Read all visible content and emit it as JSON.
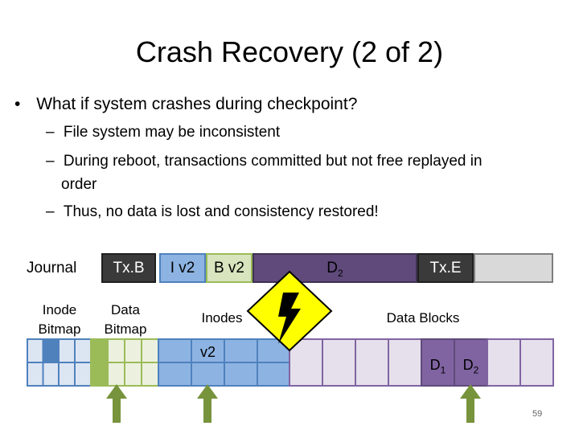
{
  "slide": {
    "title": "Crash Recovery (2 of 2)",
    "bullet": "What if system crashes during checkpoint?",
    "subbullets": [
      "File system may be inconsistent",
      "During reboot, transactions committed but not free replayed in",
      "order",
      "Thus, no data is lost and consistency restored!"
    ],
    "page_number": "59"
  },
  "journal": {
    "label": "Journal",
    "txb": "Tx.B",
    "iv2": "I v2",
    "bv2": "B v2",
    "d2": "D",
    "d2_sub": "2",
    "txe": "Tx.E"
  },
  "disk": {
    "inode_bitmap_line1": "Inode",
    "inode_bitmap_line2": "Bitmap",
    "data_bitmap_line1": "Data",
    "data_bitmap_line2": "Bitmap",
    "inodes": "Inodes",
    "data_blocks": "Data Blocks",
    "inode_v2": "v2",
    "d1": "D",
    "d1_sub": "1",
    "d2": "D",
    "d2_sub": "2"
  },
  "colors": {
    "dark_block": "#3a3a3a",
    "inode_blue": "#8db3e2",
    "bitmap_blue_light": "#dce6f2",
    "bitmap_blue_dark": "#4f81bd",
    "bitmap_green": "#d7e4bd",
    "bitmap_green_dark": "#9bbb59",
    "data_purple_light": "#e5e0ec",
    "data_purple": "#604a7b",
    "arrow_green": "#77933c",
    "crash_yellow": "#ffff00"
  },
  "icons": {
    "crash": "lightning-crash-icon",
    "arrow": "up-arrow-icon"
  }
}
